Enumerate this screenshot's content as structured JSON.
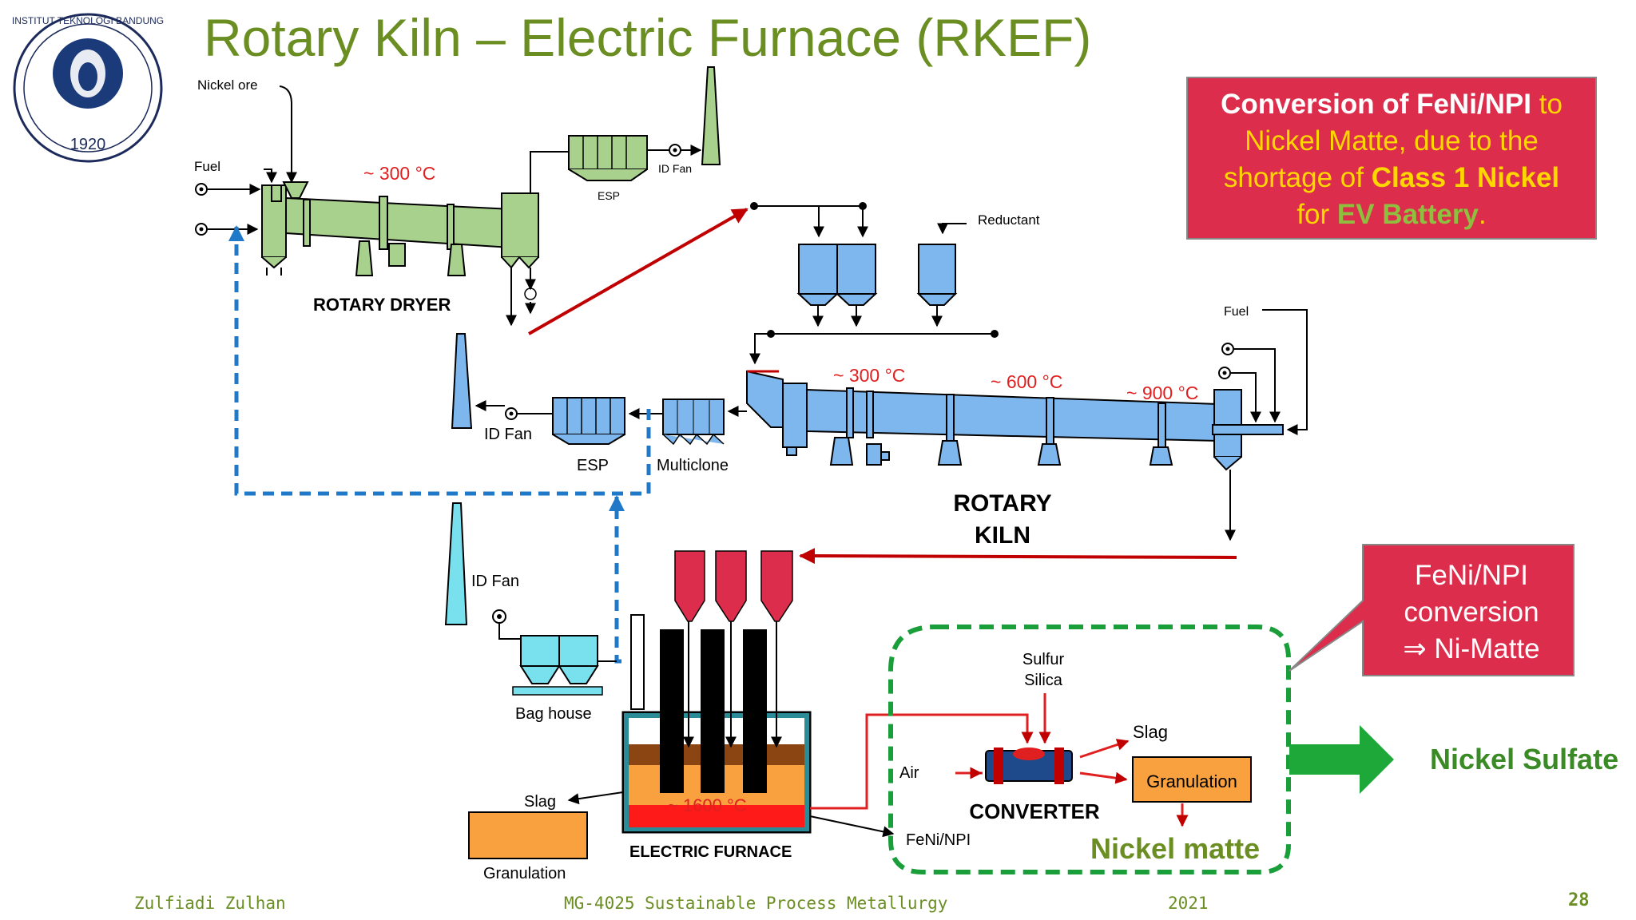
{
  "slide": {
    "title": "Rotary Kiln – Electric Furnace (RKEF)",
    "page_number": "28"
  },
  "logo": {
    "ring_text": "INSTITUT TEKNOLOGI BANDUNG",
    "year": "1920"
  },
  "footer": {
    "author": "Zulfiadi Zulhan",
    "course": "MG-4025 Sustainable Process Metallurgy",
    "year": "2021"
  },
  "callout_top": {
    "seg1": "Conversion of FeNi/NPI",
    "seg2": " to",
    "line2": "Nickel Matte, due to the",
    "seg3": "shortage of ",
    "seg4": "Class 1 Nickel",
    "seg5": "for ",
    "seg6": "EV Battery",
    "seg7": "."
  },
  "callout_mid": {
    "line1": "FeNi/NPI",
    "line2": "conversion",
    "line3": "⇒ Ni-Matte"
  },
  "labels": {
    "nickel_ore": "Nickel ore",
    "fuel_dryer": "Fuel",
    "dryer_temp": "~ 300 °C",
    "esp_top": "ESP",
    "id_fan_top": "ID Fan",
    "rotary_dryer": "ROTARY DRYER",
    "reductant": "Reductant",
    "fuel_kiln": "Fuel",
    "kiln_temp_1": "~ 300 °C",
    "kiln_temp_2": "~ 600 °C",
    "kiln_temp_3": "~ 900 °C",
    "id_fan_mid": "ID Fan",
    "esp_mid": "ESP",
    "multiclone": "Multiclone",
    "rotary_kiln_1": "ROTARY",
    "rotary_kiln_2": "KILN",
    "id_fan_low": "ID Fan",
    "bag_house": "Bag house",
    "slag_furnace": "Slag",
    "granulation_furnace": "Granulation",
    "furnace_temp": "~ 1600 °C",
    "electric_furnace": "ELECTRIC FURNACE",
    "sulfur": "Sulfur",
    "silica": "Silica",
    "air": "Air",
    "slag_converter": "Slag",
    "granulation_converter": "Granulation",
    "converter": "CONVERTER",
    "feni_npi": "FeNi/NPI",
    "nickel_matte": "Nickel matte",
    "nickel_sulfate": "Nickel Sulfate"
  },
  "colors": {
    "title_green": "#6b8e23",
    "dryer_green": "#a9d18e",
    "kiln_blue": "#7eb6ee",
    "cyan": "#79e0ee",
    "crimson": "#dc2e4c",
    "arrow_red": "#c00000",
    "dashed_blue": "#1f78c8",
    "dashed_green": "#1a9e3a",
    "orange": "#f9a03f",
    "yellow": "#ffd700",
    "gold_green": "#8fbf3f"
  }
}
